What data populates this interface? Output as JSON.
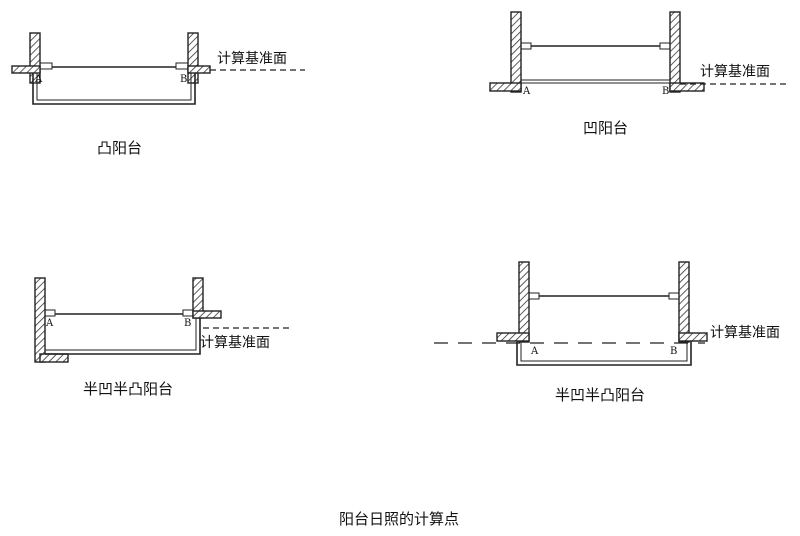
{
  "diagrams": [
    {
      "key": "convex",
      "caption": "凸阳台",
      "reference_label": "计算基准面",
      "point_a": "A",
      "point_b": "B"
    },
    {
      "key": "concave",
      "caption": "凹阳台",
      "reference_label": "计算基准面",
      "point_a": "A",
      "point_b": "B"
    },
    {
      "key": "half_concave_a",
      "caption": "半凹半凸阳台",
      "reference_label": "计算基准面",
      "point_a": "A",
      "point_b": "B"
    },
    {
      "key": "half_concave_b",
      "caption": "半凹半凸阳台",
      "reference_label": "计算基准面",
      "point_a": "A",
      "point_b": "B"
    }
  ],
  "figure_title": "阳台日照的计算点"
}
